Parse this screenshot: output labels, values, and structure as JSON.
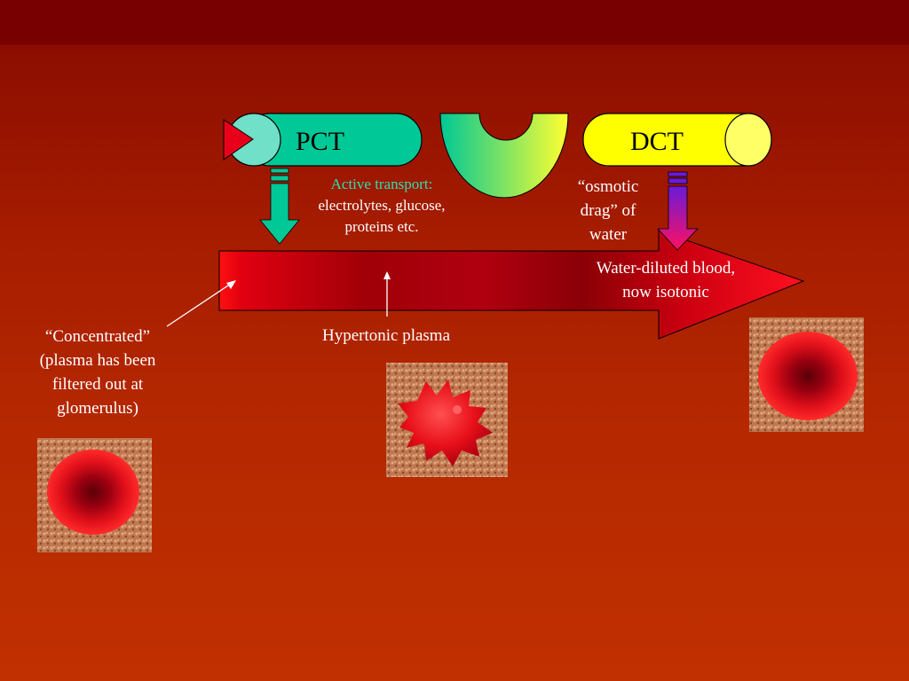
{
  "labels": {
    "pct": "PCT",
    "dct": "DCT",
    "active_title": "Active transport:",
    "active_body_1": "electrolytes, glucose,",
    "active_body_2": "proteins etc.",
    "osmotic_1": "“osmotic",
    "osmotic_2": "drag” of",
    "osmotic_3": "water",
    "water_diluted_1": "Water-diluted blood,",
    "water_diluted_2": "now isotonic",
    "hypertonic": "Hypertonic plasma",
    "concentrated_1": "“Concentrated”",
    "concentrated_2": "(plasma has been",
    "concentrated_3": "filtered out at",
    "concentrated_4": "glomerulus)"
  },
  "colors": {
    "pct_tube": "#00c896",
    "dct_tube": "#ffff00",
    "blood_arrow": "#e00010",
    "background": "#a51c00"
  }
}
